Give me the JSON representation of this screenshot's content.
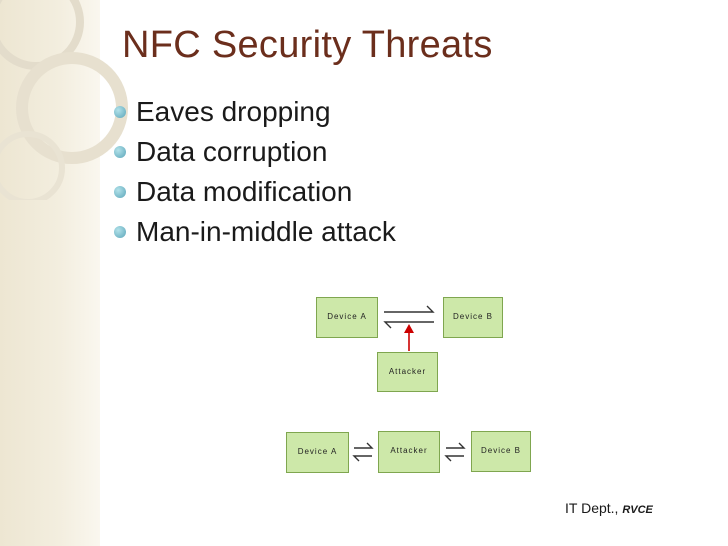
{
  "slide": {
    "title": "NFC Security Threats",
    "bullets": [
      "Eaves dropping",
      "Data corruption",
      "Data modification",
      "Man-in-middle attack"
    ],
    "footer_text": "IT Dept.,",
    "footer_emph": "RVCE"
  },
  "diagram1": {
    "device_a": "Device A",
    "device_b": "Device B",
    "attacker": "Attacker"
  },
  "diagram2": {
    "device_a": "Device A",
    "attacker": "Attacker",
    "device_b": "Device B"
  },
  "colors": {
    "title": "#6b2e1c",
    "box_fill": "#cde8a9",
    "box_border": "#7fa64f",
    "attack_arrow": "#cc0000",
    "bullet": "#5aa5b9"
  }
}
